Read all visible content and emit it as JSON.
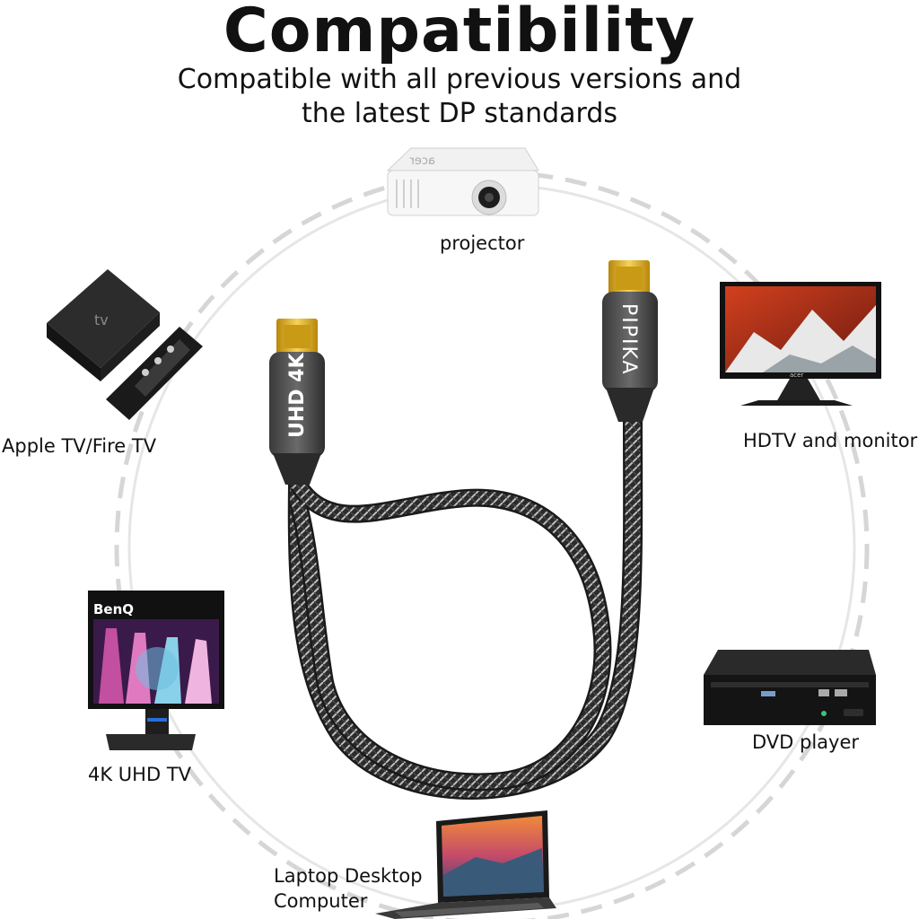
{
  "header": {
    "title": "Compatibility",
    "subtitle_line1": "Compatible with all previous versions and",
    "subtitle_line2": "the latest DP standards"
  },
  "devices": {
    "projector": {
      "label": "projector",
      "logo": "acer"
    },
    "apple_tv": {
      "label": "Apple TV/Fire TV",
      "logo": "tv"
    },
    "hdtv": {
      "label": "HDTV and monitor",
      "logo": "acer"
    },
    "uhd_tv": {
      "label": "4K UHD TV",
      "logo": "BenQ"
    },
    "dvd": {
      "label": "DVD player"
    },
    "laptop": {
      "label_line1": "Laptop Desktop",
      "label_line2": "Computer"
    }
  },
  "cable": {
    "left_connector_text": "UHD 4K",
    "right_connector_text": "PIPIKA"
  },
  "colors": {
    "text": "#111111",
    "ring": "#d9d9d9",
    "gold": "#e2b21c",
    "cable_dark": "#2a2a2a"
  }
}
